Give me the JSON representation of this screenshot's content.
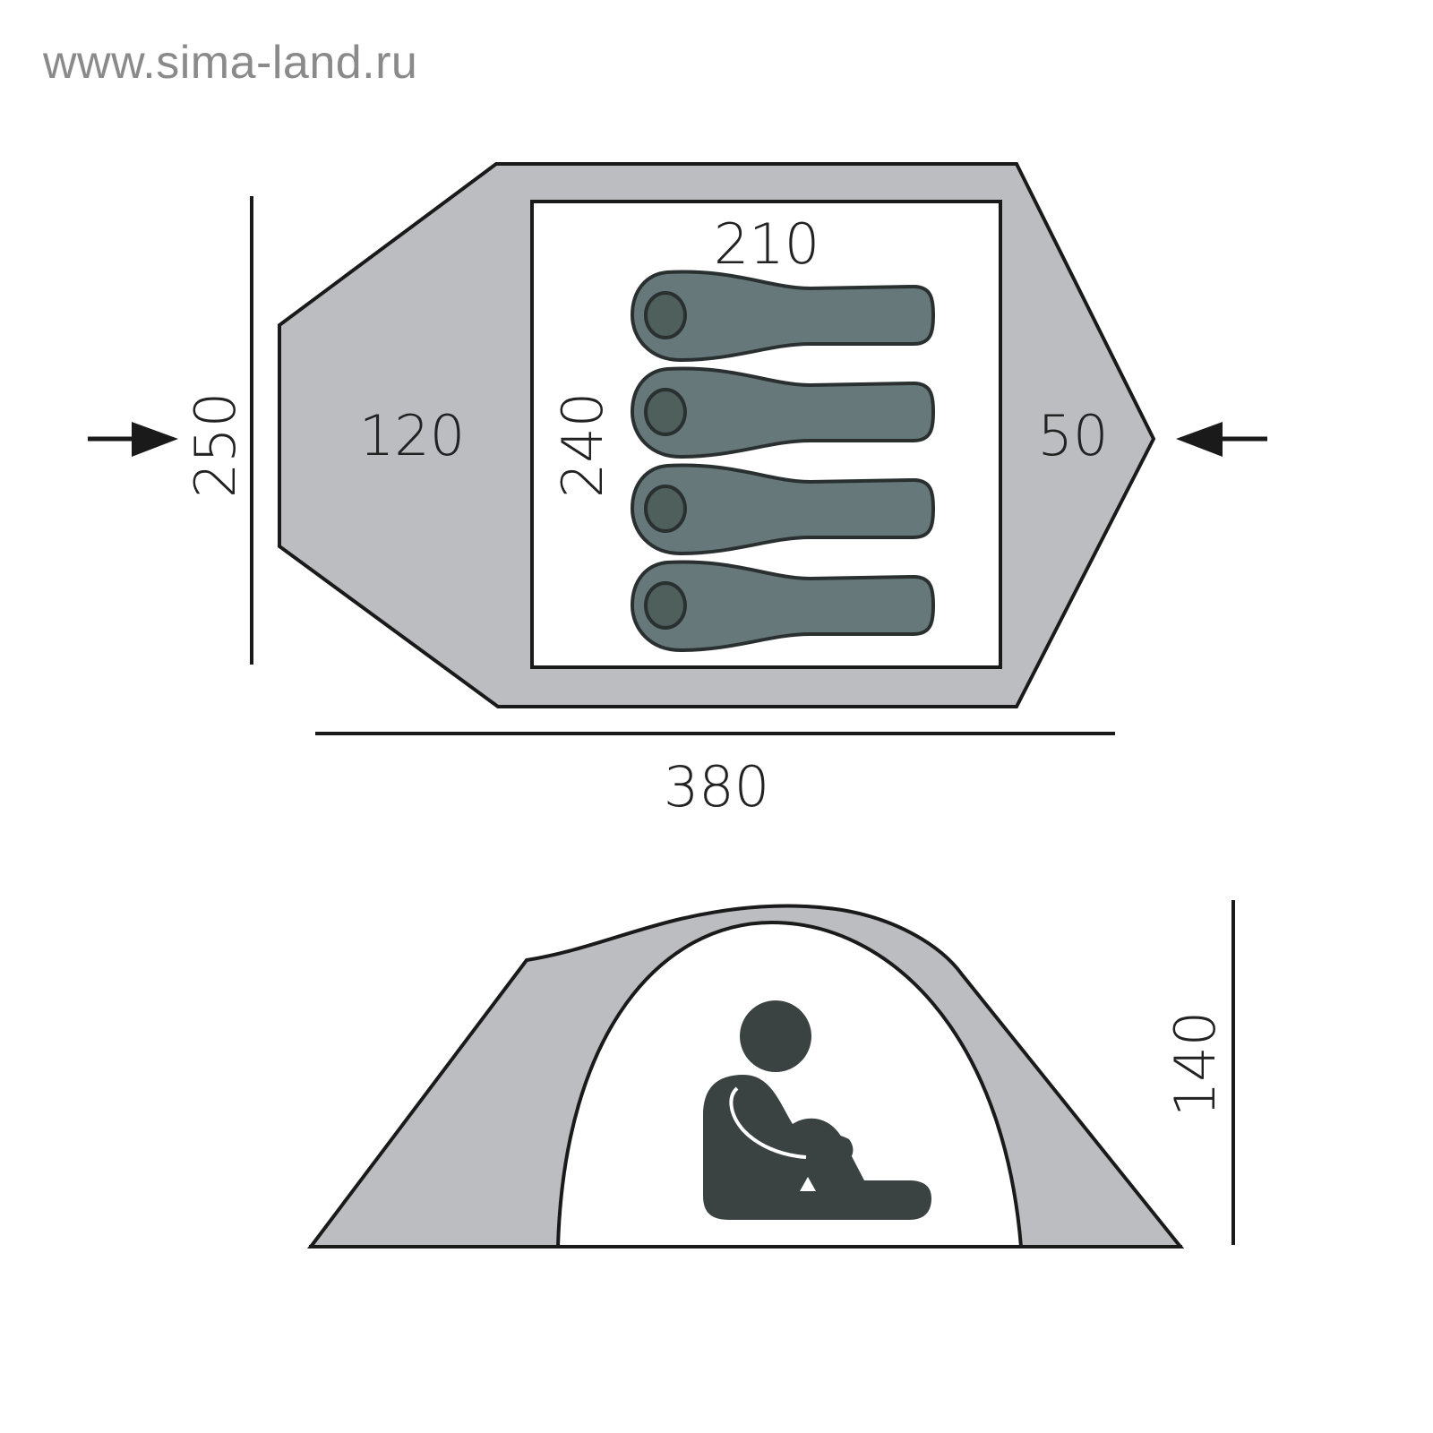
{
  "watermark": {
    "text": "www.sima-land.ru"
  },
  "colors": {
    "tent_fill": "#bcbdc1",
    "interior_fill": "#ffffff",
    "outline": "#1a1a1a",
    "sleeping_bag": "#66787a",
    "figure": "#3a4341"
  },
  "floor_plan": {
    "sleeping_bags": 4,
    "labels": {
      "length_inner": "210",
      "width_inner": "240",
      "vestibule_left": "120",
      "vestibule_right": "50",
      "overall_width": "250",
      "overall_length": "380"
    },
    "entrance_arrows": [
      "left",
      "right"
    ]
  },
  "side_view": {
    "labels": {
      "height": "140"
    }
  }
}
